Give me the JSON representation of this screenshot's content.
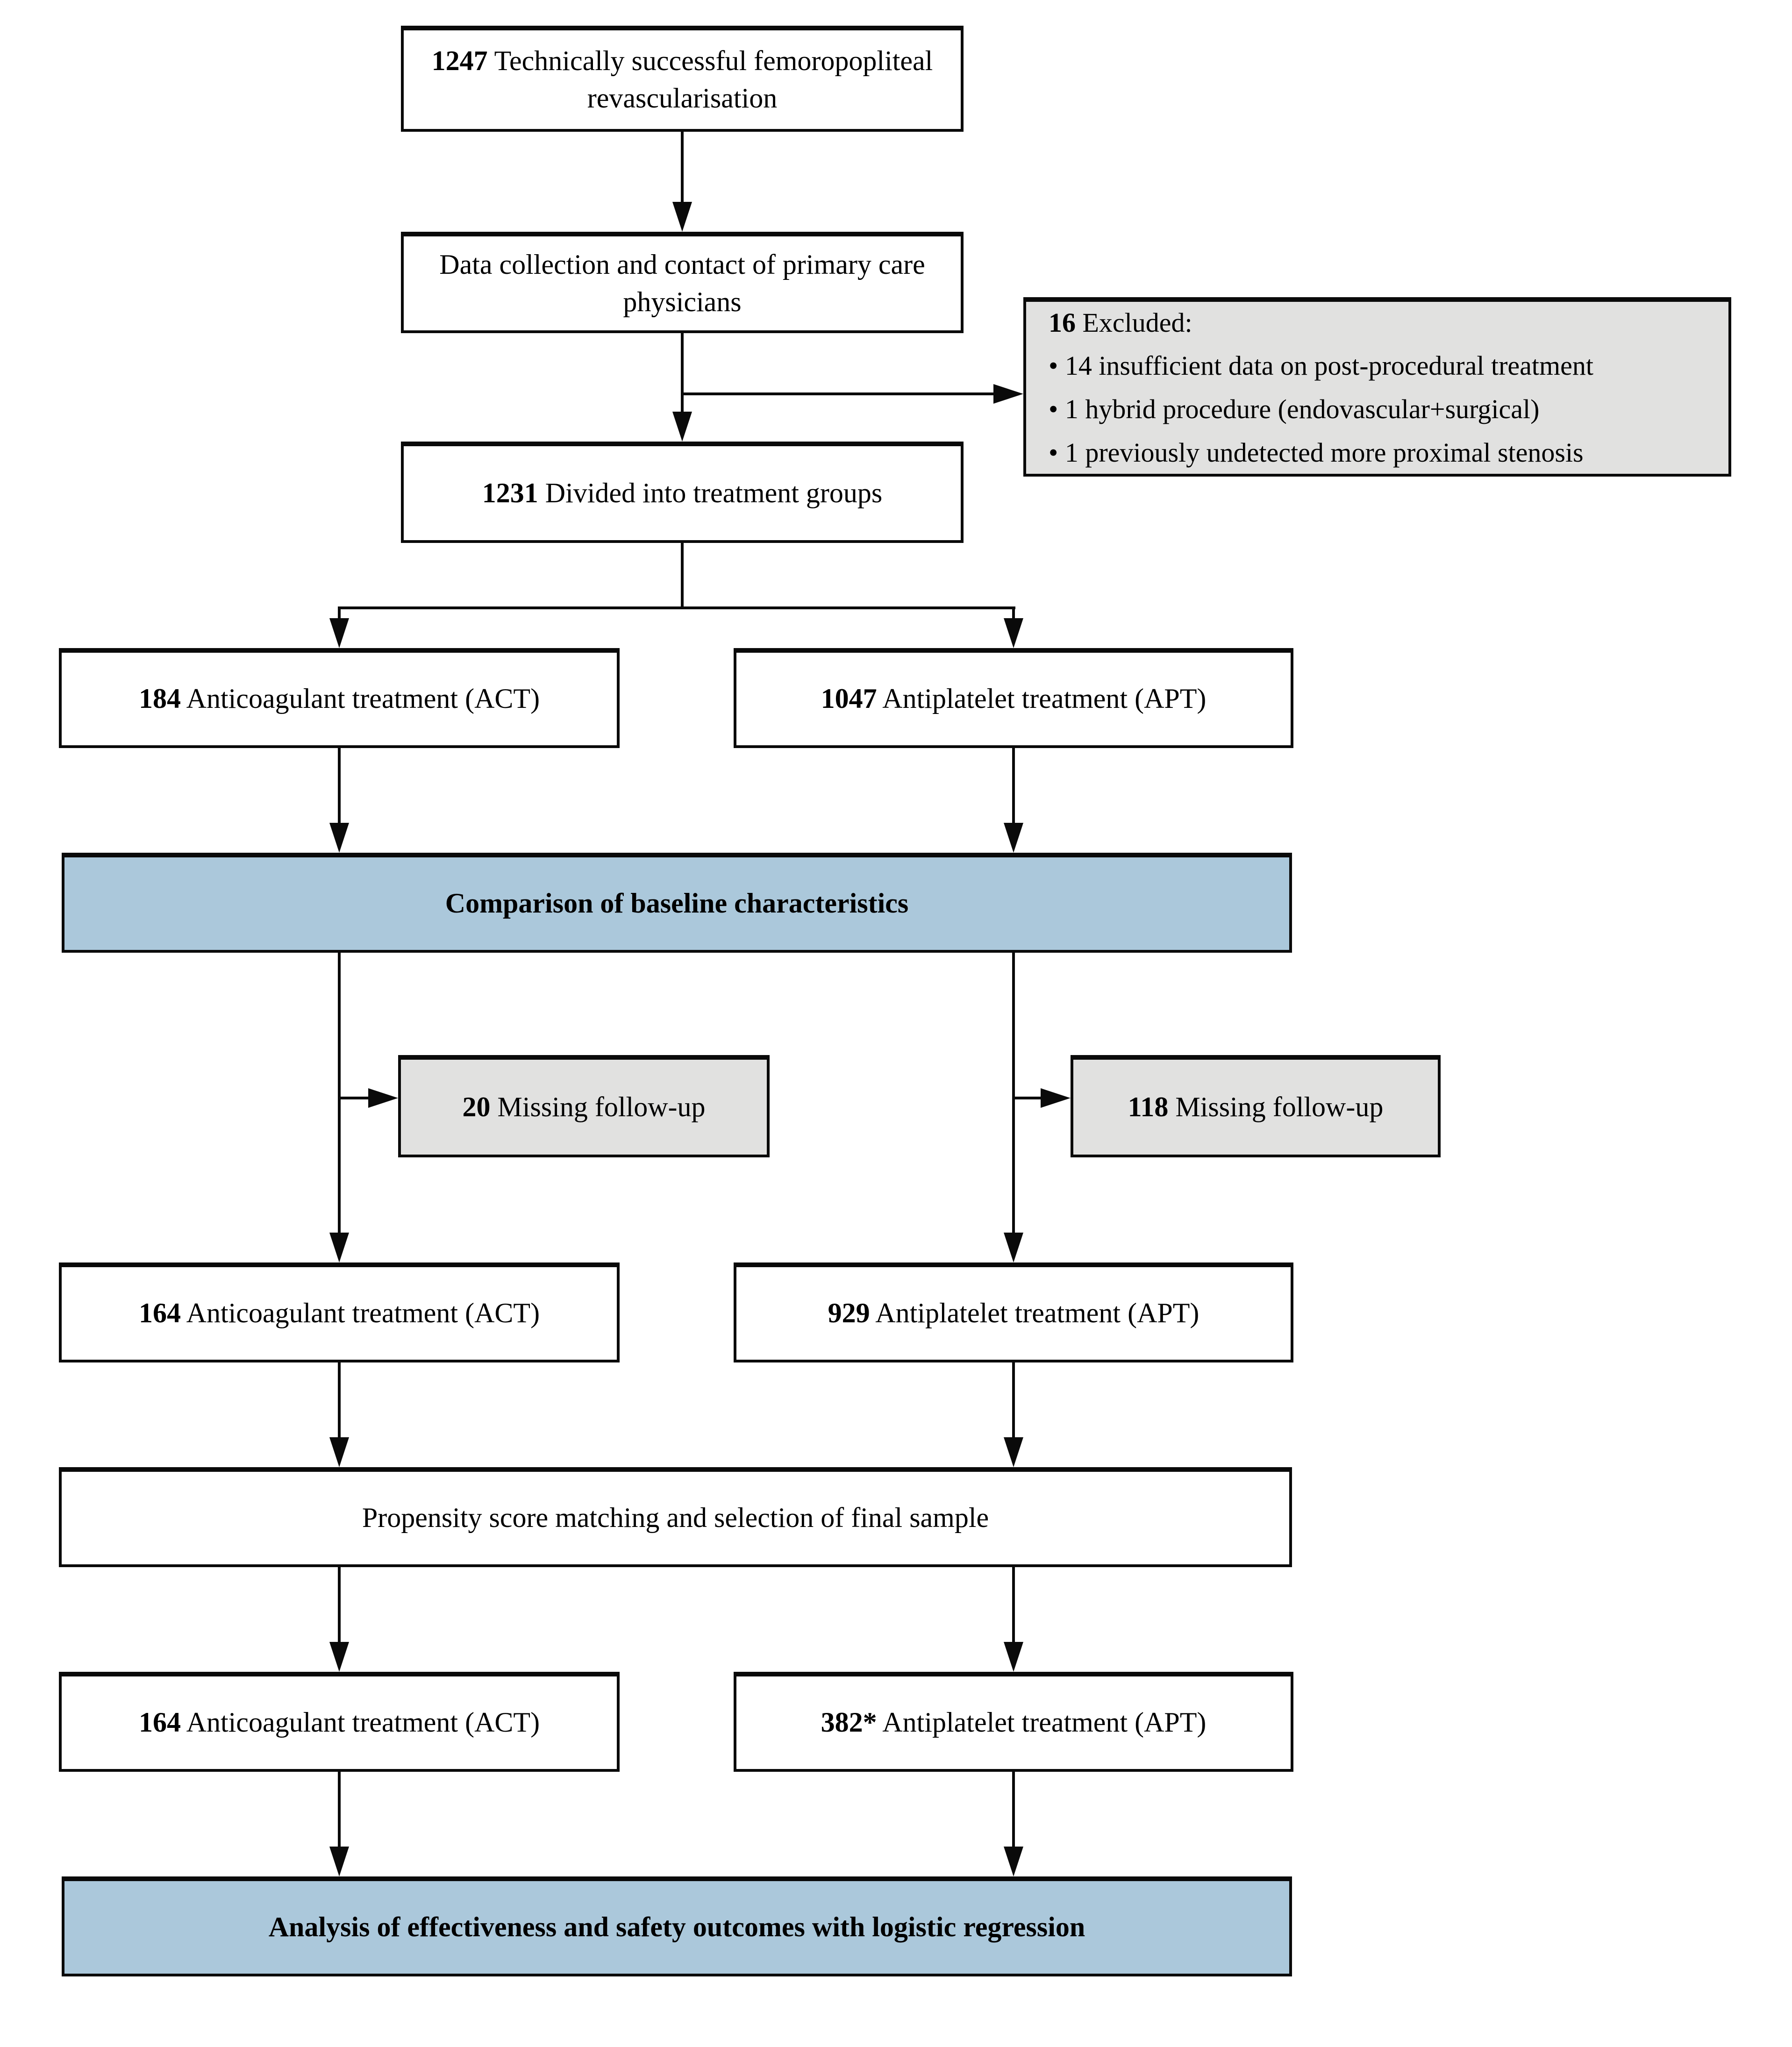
{
  "palette": {
    "box_blue": "#abc8db",
    "box_gray": "#e1e1e0",
    "box_white": "#ffffff",
    "line_black": "#0a0a0a"
  },
  "flow": {
    "step_revascularisation": {
      "count": "1247",
      "label": "Technically successful femoropopliteal revascularisation"
    },
    "step_data_collection": {
      "label": "Data collection and contact of primary care physicians"
    },
    "excluded": {
      "count": "16",
      "label": "Excluded:",
      "bullet": "•",
      "items": [
        "14 insufficient data on post-procedural treatment",
        "1 hybrid procedure (endovascular+surgical)",
        "1 previously undetected more proximal stenosis"
      ]
    },
    "step_divided": {
      "count": "1231",
      "label": "Divided into treatment groups"
    },
    "act_initial": {
      "count": "184",
      "label": "Anticoagulant treatment (ACT)"
    },
    "apt_initial": {
      "count": "1047",
      "label": "Antiplatelet treatment (APT)"
    },
    "baseline_comparison": {
      "label": "Comparison of baseline characteristics"
    },
    "act_missing": {
      "count": "20",
      "label": "Missing follow-up"
    },
    "apt_missing": {
      "count": "118",
      "label": "Missing follow-up"
    },
    "act_followup": {
      "count": "164",
      "label": "Anticoagulant treatment (ACT)"
    },
    "apt_followup": {
      "count": "929",
      "label": "Antiplatelet treatment (APT)"
    },
    "matching": {
      "label": "Propensity score matching and selection of final sample"
    },
    "act_final": {
      "count": "164",
      "label": "Anticoagulant treatment (ACT)"
    },
    "apt_final": {
      "count": "382*",
      "label": "Antiplatelet treatment (APT)"
    },
    "analysis": {
      "label": "Analysis of effectiveness and safety outcomes with logistic regression"
    }
  }
}
